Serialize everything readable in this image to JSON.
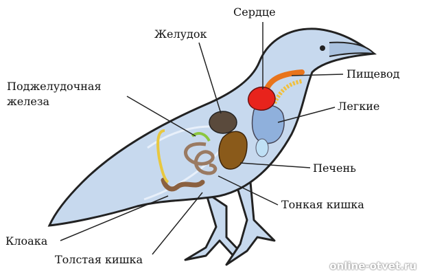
{
  "labels": {
    "heart": "Сердце",
    "stomach": "Желудок",
    "esophagus": "Пищевод",
    "pancreas_line1": "Поджелудочная",
    "pancreas_line2": "железа",
    "lungs": "Легкие",
    "liver": "Печень",
    "small_intestine": "Тонкая кишка",
    "cloaca": "Клоака",
    "large_intestine": "Толстая кишка"
  },
  "watermark": "online-otvet.ru",
  "colors": {
    "body": "#c7d9ee",
    "heart": "#e8231c",
    "esophagus": "#e8741c",
    "lungs": "#8fb0dc",
    "stomach": "#5a4a3c",
    "liver": "#8a5a1a",
    "intestine": "#9a7a62",
    "pancreas": "#8cc63f"
  }
}
